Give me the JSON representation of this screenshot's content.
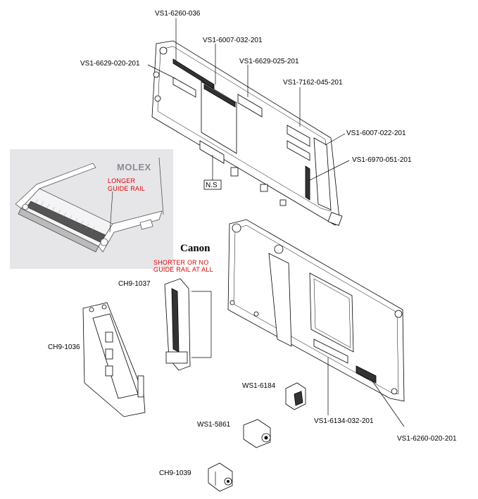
{
  "labels": {
    "vs1_6260_036": "VS1-6260-036",
    "vs1_6007_032_201": "VS1-6007-032-201",
    "vs1_6629_020_201": "VS1-6629-020-201",
    "vs1_6629_025_201": "VS1-6629-025-201",
    "vs1_7162_045_201": "VS1-7162-045-201",
    "vs1_6007_022_201": "VS1-6007-022-201",
    "vs1_6970_051_201": "VS1-6970-051-201",
    "ns": "N.S",
    "ch9_1037": "CH9-1037",
    "ch9_1036": "CH9-1036",
    "ws1_6184": "WS1-6184",
    "ws1_5861": "WS1-5861",
    "vs1_6134_032_201": "VS1-6134-032-201",
    "vs1_6260_020_201": "VS1-6260-020-201",
    "ch9_1039": "CH9-1039"
  },
  "inset": {
    "brand": "MOLEX",
    "note_line1": "LONGER",
    "note_line2": "GUIDE RAIL"
  },
  "canon": {
    "brand": "Canon",
    "note_line1": "SHORTER OR NO",
    "note_line2": "GUIDE RAIL AT ALL"
  },
  "colors": {
    "inset_bg": "#e6e6e9",
    "note_red": "#e00000",
    "molex_gray": "#8a8a94"
  }
}
